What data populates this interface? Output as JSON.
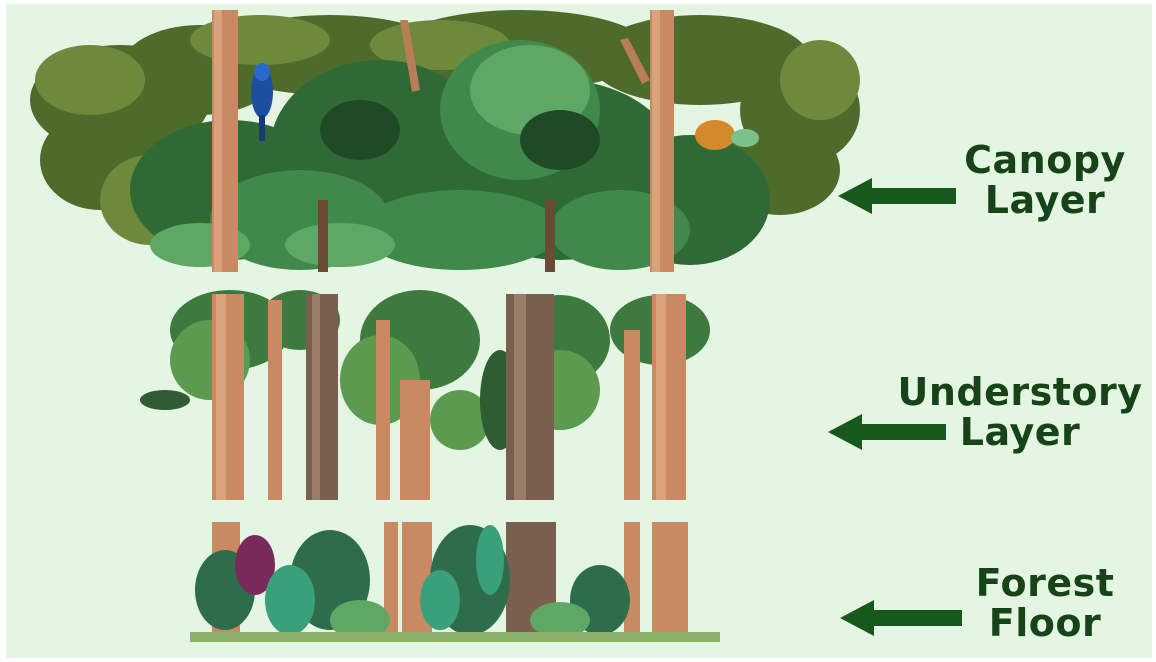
{
  "diagram": {
    "background_color": "#e4f5e4",
    "arrow_color": "#17591b",
    "layers": [
      {
        "id": "canopy",
        "line1": "Canopy",
        "line2": "Layer"
      },
      {
        "id": "understory",
        "line1": "Understory",
        "line2": "Layer"
      },
      {
        "id": "forest-floor",
        "line1": "Forest",
        "line2": "Floor"
      }
    ]
  }
}
